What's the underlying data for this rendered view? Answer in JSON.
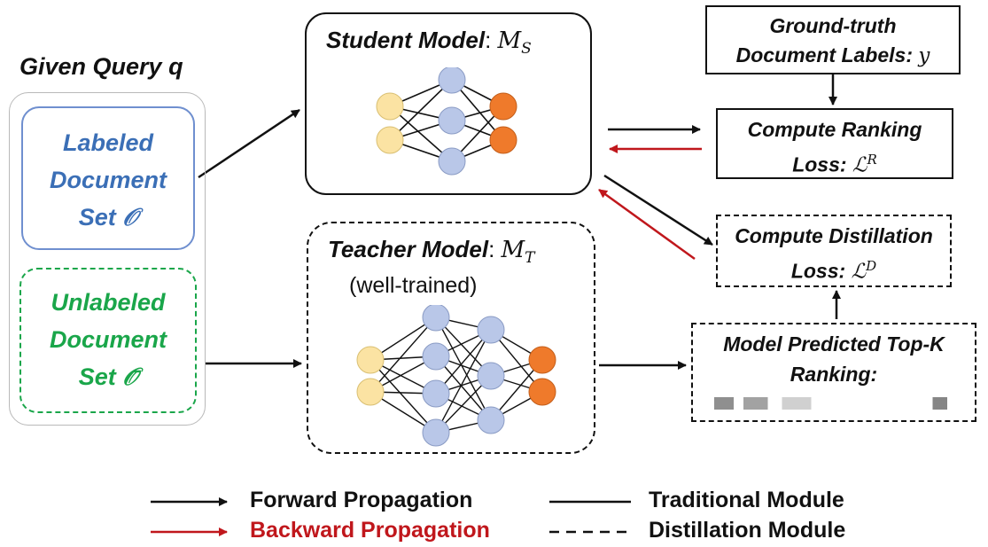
{
  "query": {
    "label": "Given Query q"
  },
  "labeled_set": {
    "line1": "Labeled",
    "line2": "Document",
    "line3": "Set 𝒪"
  },
  "unlabeled_set": {
    "line1": "Unlabeled",
    "line2": "Document",
    "line3": "Set 𝒪̄"
  },
  "student": {
    "title": "Student Model",
    "symbol": "M",
    "sub": "S"
  },
  "teacher": {
    "title": "Teacher Model",
    "symbol": "M",
    "sub": "T",
    "note": "(well-trained)"
  },
  "ground_truth": {
    "line1": "Ground-truth",
    "line2": "Document Labels:",
    "symbol": "y"
  },
  "ranking_loss": {
    "line1": "Compute Ranking",
    "line2": "Loss:",
    "symbol": "ℒ",
    "sup": "R"
  },
  "distill_loss": {
    "line1": "Compute Distillation",
    "line2": "Loss:",
    "symbol": "ℒ",
    "sup": "D"
  },
  "predicted": {
    "line1": "Model Predicted Top-K",
    "line2": "Ranking:"
  },
  "legend": {
    "forward": "Forward Propagation",
    "backward": "Backward Propagation",
    "traditional": "Traditional Module",
    "distillation": "Distillation Module"
  },
  "colors": {
    "labeled_blue": "#3b6fb6",
    "unlabeled_green": "#1aa64a",
    "backward_red": "#c0171c",
    "input_node": "#fbe3a3",
    "hidden_node": "#b9c7e8",
    "output_node": "#ef7a2b"
  }
}
